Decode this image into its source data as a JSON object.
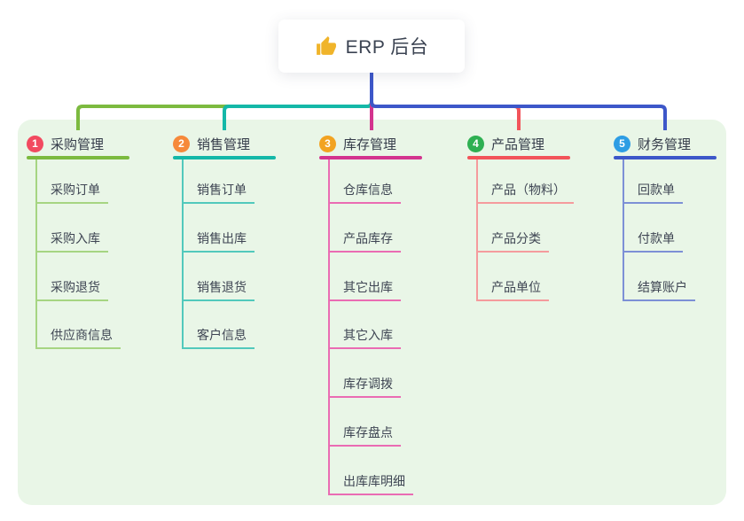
{
  "root": {
    "title": "ERP 后台",
    "icon": "thumbs-up-icon",
    "icon_color": "#f0b42a"
  },
  "panel": {
    "bg_color": "#e9f6e7"
  },
  "branches": [
    {
      "index": "1",
      "title": "采购管理",
      "badge_color": "#f24a60",
      "line_color": "#7cba3f",
      "child_line_color": "#a6d582",
      "children": [
        "采购订单",
        "采购入库",
        "采购退货",
        "供应商信息"
      ]
    },
    {
      "index": "2",
      "title": "销售管理",
      "badge_color": "#f6893a",
      "line_color": "#14b8a8",
      "child_line_color": "#52c9bc",
      "children": [
        "销售订单",
        "销售出库",
        "销售退货",
        "客户信息"
      ]
    },
    {
      "index": "3",
      "title": "库存管理",
      "badge_color": "#f2a321",
      "line_color": "#d3348e",
      "child_line_color": "#ea6cb3",
      "children": [
        "仓库信息",
        "产品库存",
        "其它出库",
        "其它入库",
        "库存调拨",
        "库存盘点",
        "出库库明细"
      ]
    },
    {
      "index": "4",
      "title": "产品管理",
      "badge_color": "#2eb052",
      "line_color": "#f2545a",
      "child_line_color": "#f59b9d",
      "children": [
        "产品（物料）",
        "产品分类",
        "产品单位"
      ]
    },
    {
      "index": "5",
      "title": "财务管理",
      "badge_color": "#2d9de4",
      "line_color": "#3d57c9",
      "child_line_color": "#7d90d6",
      "children": [
        "回款单",
        "付款单",
        "结算账户"
      ]
    }
  ]
}
